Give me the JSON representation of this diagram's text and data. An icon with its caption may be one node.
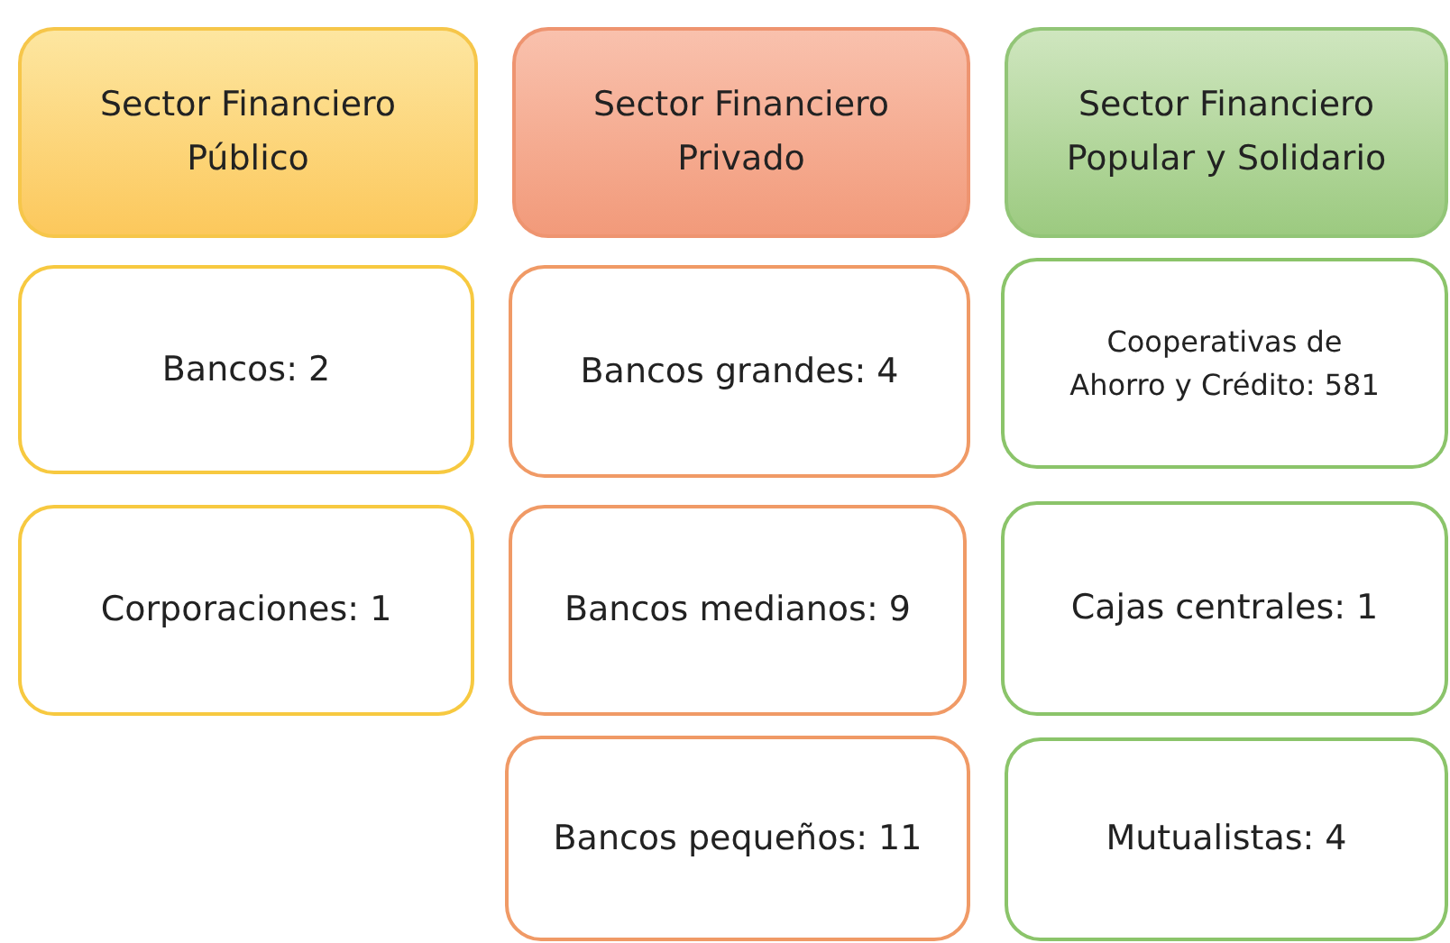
{
  "diagram": {
    "nodes": [
      {
        "text": [
          "Sector Financiero Público"
        ]
      },
      {
        "text": [
          "Bancos: 2"
        ]
      },
      {
        "text": [
          "Corporaciones: 1"
        ]
      },
      {
        "text": [
          "Sector Financiero Privado"
        ]
      },
      {
        "text": [
          "Bancos grandes: 4"
        ]
      },
      {
        "text": [
          "Bancos medianos: 9"
        ]
      },
      {
        "text": [
          "Bancos pequeños: 11"
        ]
      },
      {
        "text": [
          "Sector Financiero Popular y Solidario"
        ]
      },
      {
        "text": [
          "Cooperativas de Ahorro y Crédito: 581"
        ]
      },
      {
        "text": [
          "Cajas centrales: 1"
        ]
      },
      {
        "text": [
          "Mutualistas: 4"
        ]
      }
    ]
  }
}
